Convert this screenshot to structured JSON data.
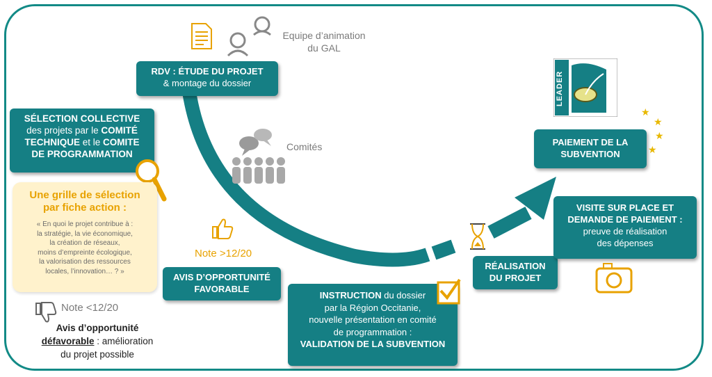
{
  "animation_team": {
    "line1": "Equipe d’animation",
    "line2": "du GAL"
  },
  "step_rdv": {
    "title": "RDV : ÉTUDE DU PROJET",
    "sub": "& montage du dossier"
  },
  "step_selection": {
    "p1": "SÉLECTION COLLECTIVE",
    "p2": "des projets par le",
    "p3": "COMITÉ",
    "p4": "TECHNIQUE",
    "p5": "et le",
    "p6": "COMITE",
    "p7": "DE PROGRAMMATION"
  },
  "grid_box": {
    "title1": "Une grille de sélection",
    "title2": "par fiche action :",
    "text1": "« En quoi le projet contribue à :",
    "text2": "la stratégie, la vie économique,",
    "text3": "la création de réseaux,",
    "text4": "moins d’empreinte écologique,",
    "text5": "la valorisation des ressources",
    "text6": "locales, l’innovation… ? »"
  },
  "committees": "Comités",
  "note_high": "Note >12/20",
  "note_low": "Note <12/20",
  "avis_favorable": {
    "line1": "AVIS D’OPPORTUNITÉ",
    "line2": "FAVORABLE"
  },
  "avis_defavorable": {
    "line1": "Avis d’opportunité",
    "line2_bold": "défavorable",
    "line2_rest": " : amélioration",
    "line3": "du projet possible"
  },
  "instruction": {
    "bold1": "INSTRUCTION",
    "rest1": " du dossier",
    "line2": "par la Région Occitanie,",
    "line3": "nouvelle présentation en comité",
    "line4": "de programmation :",
    "line5": "VALIDATION DE LA SUBVENTION"
  },
  "realisation": {
    "line1": "RÉALISATION",
    "line2": "DU PROJET"
  },
  "visite": {
    "line1": "VISITE SUR PLACE  et",
    "line2": "DEMANDE DE PAIEMENT :",
    "line3": "preuve de réalisation",
    "line4": "des dépenses"
  },
  "paiement": {
    "line1": "PAIEMENT DE LA",
    "line2": "SUBVENTION"
  },
  "logo_text": "LEADER",
  "colors": {
    "teal": "#157f84",
    "gold": "#e8a200",
    "frame": "#128a86"
  },
  "icons": [
    "document-icon",
    "person-icon",
    "committee-people-icon",
    "speech-bubbles-icon",
    "magnifier-icon",
    "thumbs-up-icon",
    "thumbs-down-icon",
    "hourglass-icon",
    "checkbox-icon",
    "camera-icon",
    "leader-logo",
    "stars-icon"
  ]
}
